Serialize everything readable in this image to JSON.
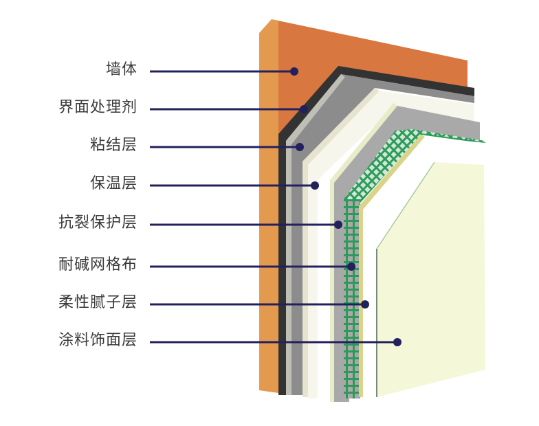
{
  "title": "外墙外保温系统构造示意图",
  "layers": [
    {
      "id": "wall",
      "label": "墙体"
    },
    {
      "id": "interface-agent",
      "label": "界面处理剂"
    },
    {
      "id": "adhesive",
      "label": "粘结层"
    },
    {
      "id": "insulation",
      "label": "保温层"
    },
    {
      "id": "crack-protection",
      "label": "抗裂保护层"
    },
    {
      "id": "mesh",
      "label": "耐碱网格布"
    },
    {
      "id": "putty",
      "label": "柔性腻子层"
    },
    {
      "id": "finish",
      "label": "涂料饰面层"
    }
  ],
  "colors": {
    "wall_front": "#d8773f",
    "wall_side": "#e39a4e",
    "interface": "#333333",
    "adhesive": "#8c8c8c",
    "insulation": "#f4f2e6",
    "crack": "#a9a9a9",
    "mesh": "#2e9a5a",
    "putty": "#ffffff",
    "finish": "#f4f8d8",
    "leader": "#23205e",
    "label_text": "#3a3a3a"
  }
}
